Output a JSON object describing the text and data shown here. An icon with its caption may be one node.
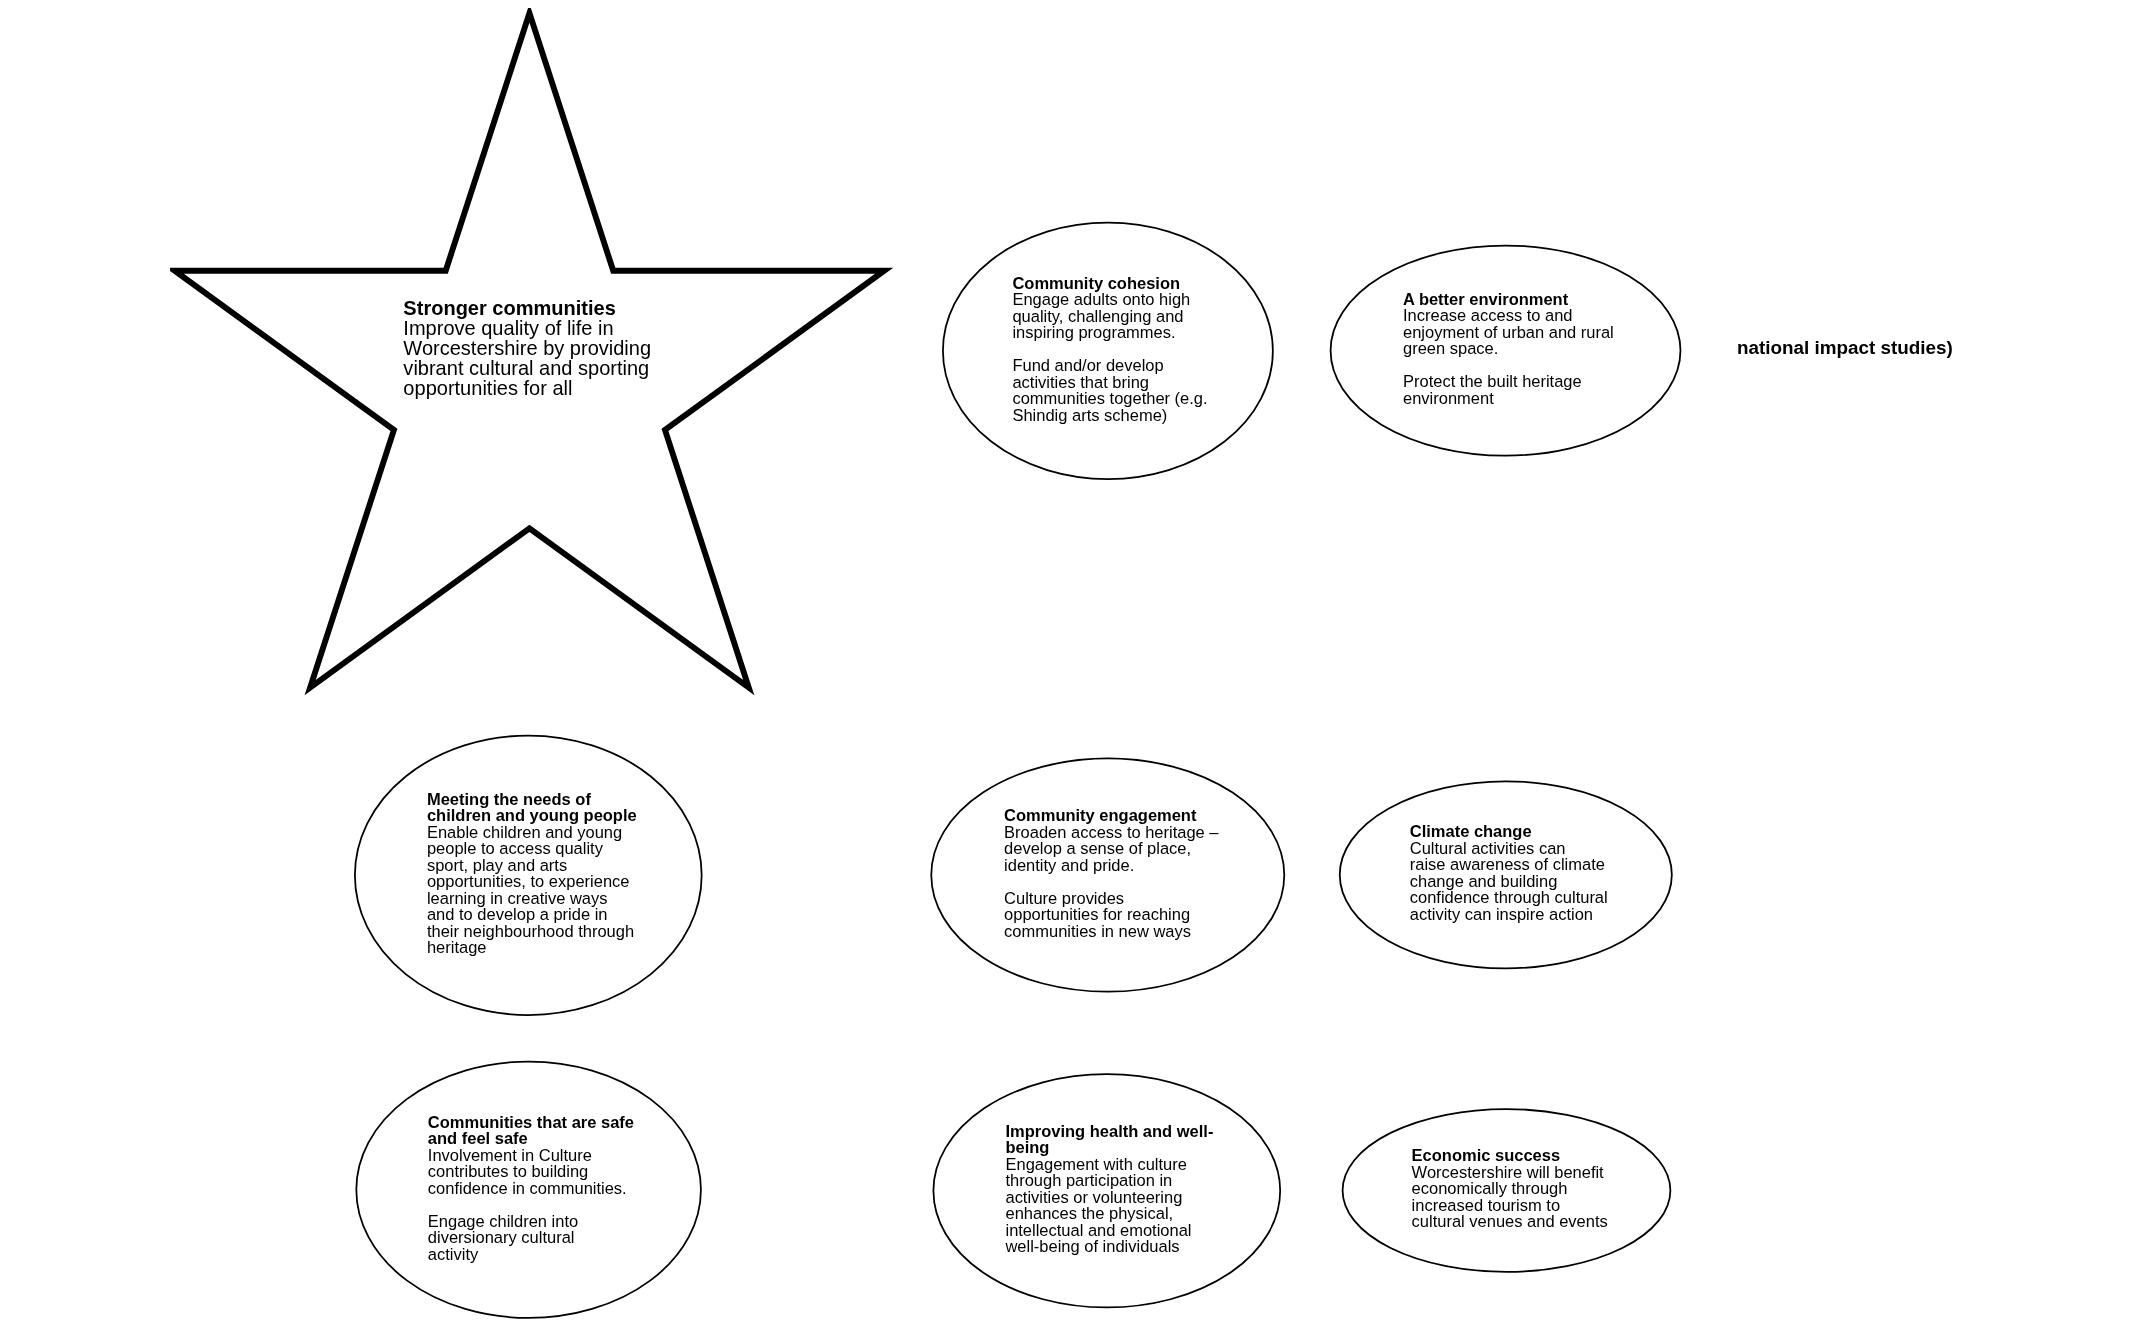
{
  "diagram": {
    "nodes": [
      {
        "text": [
          "Community engagement",
          "Broaden access to heritage – develop a sense of place, identity and pride.",
          "Culture provides opportunities for reaching communities in new ways"
        ]
      },
      {
        "text": [
          "Climate change",
          "Cultural activities can raise awareness of climate change and building confidence through cultural activity can inspire action"
        ]
      },
      {
        "text": [
          "Community cohesion",
          "Engage adults onto high quality, challenging and inspiring programmes.",
          "Fund and/or develop activities that bring communities together (e.g. Shindig arts scheme)"
        ]
      },
      {
        "text": [
          "Meeting the needs of children and young people",
          "Enable children and young people to access quality sport, play and arts opportunities, to experience learning in creative ways and to develop a pride in their neighbourhood through heritage"
        ]
      },
      {
        "text": [
          "Stronger communities",
          "Improve quality of life in Worcestershire by providing vibrant cultural and sporting opportunities for all"
        ]
      },
      {
        "text": [
          "Communities that are safe and feel safe",
          "Involvement in Culture contributes to building confidence in communities.",
          "Engage children into diversionary cultural activity"
        ]
      },
      {
        "text": [
          "Improving health and well-being",
          "Engagement with culture through participation in activities or volunteering enhances the physical, intellectual and emotional well-being of individuals"
        ]
      },
      {
        "text": [
          "Economic success",
          "Worcestershire will benefit economically through increased tourism to cultural venues and events"
        ]
      },
      {
        "text": [
          "A better environment",
          "Increase access to and enjoyment of urban and rural green space.",
          "Protect the built heritage environment"
        ]
      }
    ],
    "edges": [],
    "labels": [
      "national impact studies)"
    ]
  }
}
